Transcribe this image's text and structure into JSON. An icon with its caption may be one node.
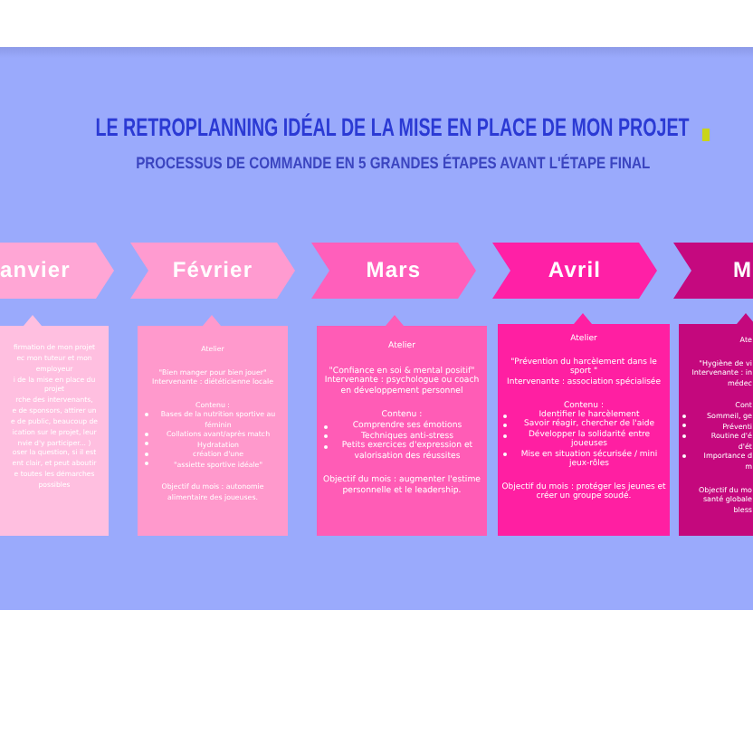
{
  "diagram": {
    "title": "LE RETROPLANNING IDÉAL DE LA MISE EN PLACE DE MON PROJET",
    "nodes": [
      {
        "text": [
          "anvier"
        ]
      },
      {
        "text": [
          "Février"
        ]
      },
      {
        "text": [
          "Mars"
        ]
      },
      {
        "text": [
          "Avril"
        ]
      },
      {
        "text": [
          "M"
        ]
      },
      {
        "text": [
          "firmation de mon projet",
          "ec mon tuteur et mon",
          "employeur",
          "i de la mise en place du",
          "projet",
          "rche des intervenants,",
          "e de sponsors, attirer un",
          "e de public, beaucoup de",
          "ication sur le projet, leur",
          "nvie d'y participer... )",
          "oser la question, si il est",
          "ent clair, et peut aboutir",
          "e toutes les démarches",
          "possibles"
        ]
      },
      {
        "text": [
          "Atelier",
          "\"Bien manger pour bien jouer\"",
          "Intervenante : diététicienne locale",
          "Contenu :",
          "Bases de la nutrition sportive au féminin",
          "Collations avant/après match",
          "Hydratation",
          "création d'une",
          "\"assiette sportive idéale\"",
          "Objectif du mois : autonomie alimentaire des joueuses."
        ]
      },
      {
        "text": [
          "Atelier",
          "\"Confiance en soi & mental positif\"",
          "Intervenante : psychologue ou coach en développement personnel",
          "Contenu :",
          "Comprendre ses émotions",
          "Techniques anti-stress",
          "Petits exercices d'expression et valorisation des réussites",
          "Objectif du mois : augmenter l'estime personnelle et le leadership."
        ]
      },
      {
        "text": [
          "Atelier",
          "\"Prévention du harcèlement dans le sport \"",
          "Intervenante : association spécialisée",
          "Contenu :",
          "Identifier le harcèlement",
          "Savoir réagir, chercher de l'aide",
          "Développer la solidarité entre joueuses",
          "Mise en situation sécurisée / mini jeux-rôles",
          "Objectif du mois : protéger les jeunes et créer un groupe soudé."
        ]
      },
      {
        "text": [
          "Ate",
          "\"Hygiène de vi",
          "Intervenante : in",
          "médec",
          "Cont",
          "Sommeil, ge",
          "Préventi",
          "Routine d'é",
          "d'ét",
          "Importance d",
          "m",
          "Objectif du mo",
          "santé globale",
          "bless"
        ]
      }
    ],
    "labels": [
      "PROCESSUS DE COMMANDE EN 5 GRANDES ÉTAPES AVANT L'ÉTAPE FINAL"
    ]
  }
}
